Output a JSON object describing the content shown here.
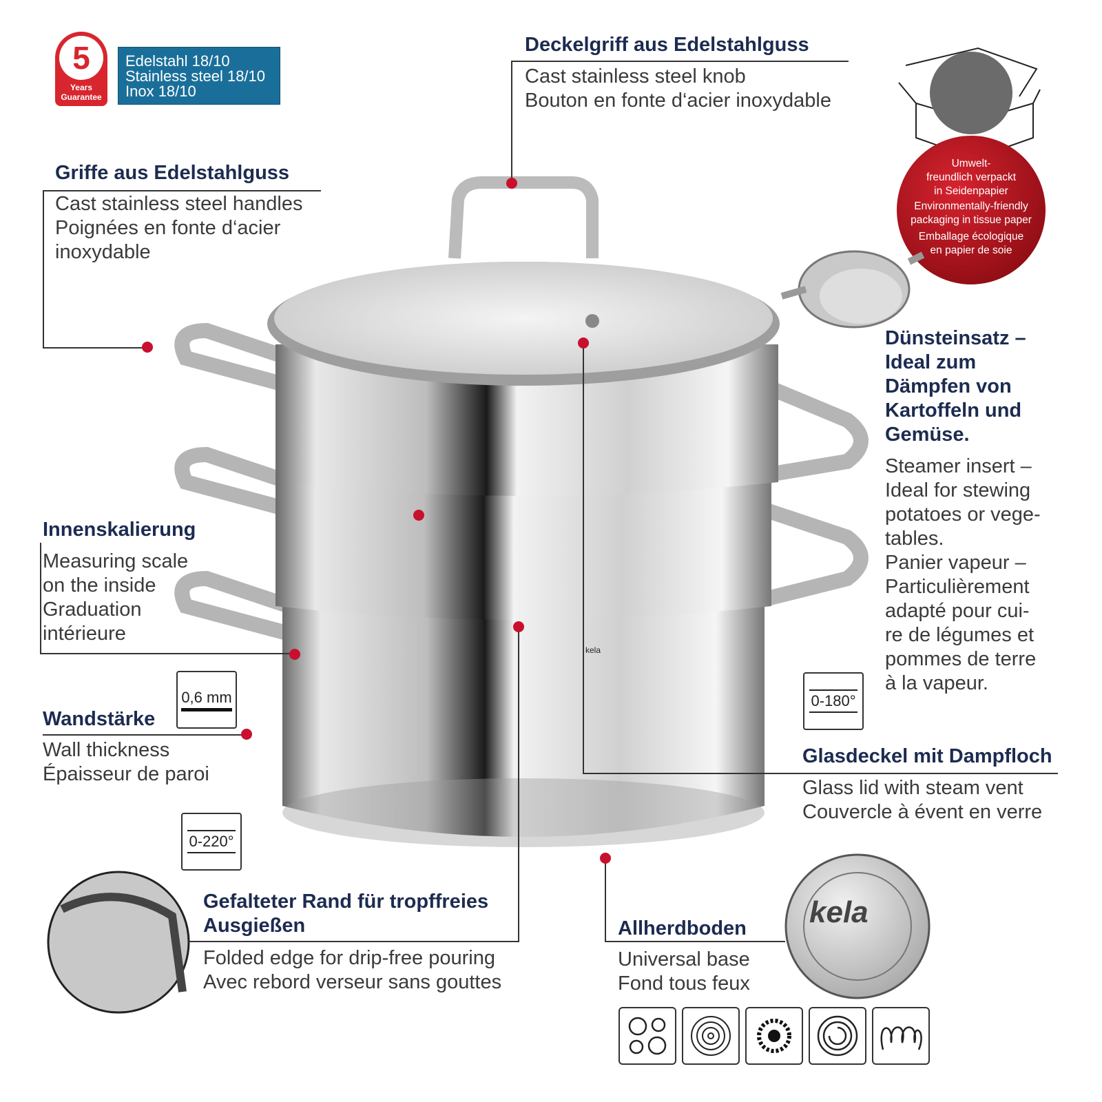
{
  "guarantee": {
    "number": "5",
    "line1": "Years",
    "line2": "Guarantee"
  },
  "material": {
    "lines": [
      "Edelstahl 18/10",
      "Stainless steel 18/10",
      "Inox 18/10"
    ]
  },
  "knob": {
    "title": "Deckelgriff aus Edelstahlguss",
    "text": "Cast stainless steel knob\nBouton en fonte d‘acier inoxydable"
  },
  "handles": {
    "title": "Griffe aus Edelstahlguss",
    "text": "Cast stainless steel handles\nPoignées en fonte d‘acier\ninoxydable"
  },
  "scale": {
    "title": "Innenskalierung",
    "text": "Measuring scale\non the inside\nGraduation\nintérieure"
  },
  "wall": {
    "title": "Wandstärke",
    "text": "Wall thickness\nÉpaisseur de paroi",
    "badge": "0,6 mm"
  },
  "oven_pot": {
    "badge": "0-220°"
  },
  "oven_lid": {
    "badge": "0-180°"
  },
  "packaging": {
    "text": [
      "Umwelt-",
      "freundlich verpackt",
      "in Seidenpapier",
      "Environmentally-friendly",
      "packaging in tissue paper",
      "Emballage écologique",
      "en papier de soie"
    ]
  },
  "steamer": {
    "title": "Dünsteinsatz –\nIdeal zum\nDämpfen von\nKartoffeln und\nGemüse.",
    "text": "Steamer insert –\nIdeal for stewing\npotatoes or vege-\ntables.\nPanier vapeur –\nParticulièrement\nadapté pour cui-\nre de légumes et\npommes de terre\nà la vapeur."
  },
  "lid": {
    "title": "Glasdeckel mit Dampfloch",
    "text": "Glass lid with steam vent\nCouvercle à évent en verre"
  },
  "edge": {
    "title": "Gefalteter Rand für tropffreies\nAusgießen",
    "text": "Folded edge for drip-free pouring\nAvec rebord verseur sans gouttes"
  },
  "base": {
    "title": "Allherdboden",
    "text": "Universal base\nFond tous feux",
    "logo": "kela"
  },
  "pot_brand": "kela",
  "hob_icons": [
    "gas-hob-icon",
    "electric-hob-icon",
    "halogen-hob-icon",
    "ceramic-hob-icon",
    "induction-hob-icon"
  ],
  "colors": {
    "accent": "#c8102e",
    "heading": "#1c2b50",
    "material_bg": "#1a6f9a"
  }
}
